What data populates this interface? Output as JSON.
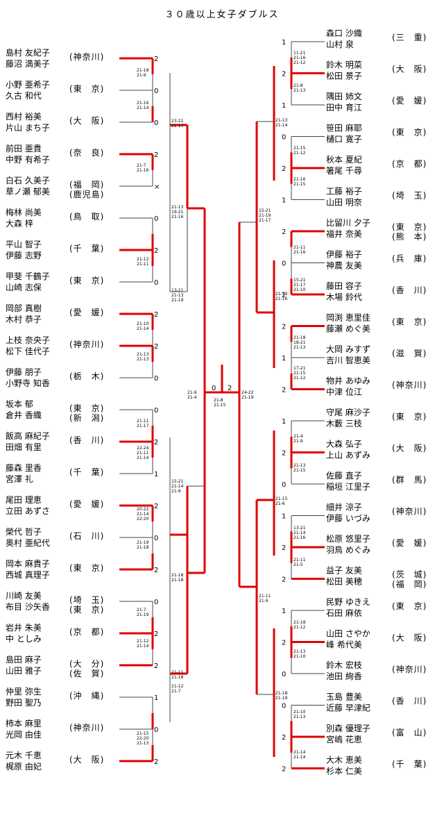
{
  "title": "３０歳以上女子ダブルス",
  "left": {
    "teams": [
      {
        "p1": "島村 友紀子",
        "p2": "藤沼 満美子",
        "pref": "(神奈川)"
      },
      {
        "p1": "小野 亜希子",
        "p2": "久古 和代",
        "pref": "(東　京)"
      },
      {
        "p1": "西村 裕美",
        "p2": "片山 まち子",
        "pref": "(大　阪)"
      },
      {
        "p1": "前田 亜貴",
        "p2": "中野 有希子",
        "pref": "(奈　良)"
      },
      {
        "p1": "白石 久美子",
        "p2": "草ノ瀬 郁美",
        "pref": "(福　岡)\n(鹿児島)"
      },
      {
        "p1": "梅林 尚美",
        "p2": "大森 梓",
        "pref": "(鳥　取)"
      },
      {
        "p1": "平山 智子",
        "p2": "伊藤 志野",
        "pref": "(千　葉)"
      },
      {
        "p1": "甲斐 千鶴子",
        "p2": "山崎 志保",
        "pref": "(東　京)"
      },
      {
        "p1": "岡部 真樹",
        "p2": "木村 恭子",
        "pref": "(愛　媛)"
      },
      {
        "p1": "上枝 奈央子",
        "p2": "松下 佳代子",
        "pref": "(神奈川)"
      },
      {
        "p1": "伊藤 朋子",
        "p2": "小野寺 知香",
        "pref": "(栃　木)"
      },
      {
        "p1": "坂本 郁",
        "p2": "倉井 香織",
        "pref": "(東　京)\n(新　潟)"
      },
      {
        "p1": "飯高 麻紀子",
        "p2": "田畑 有里",
        "pref": "(香　川)"
      },
      {
        "p1": "藤森 里香",
        "p2": "宮澤 礼",
        "pref": "(千　葉)"
      },
      {
        "p1": "尾田 理恵",
        "p2": "立田 あずさ",
        "pref": "(愛　媛)"
      },
      {
        "p1": "榮代 哲子",
        "p2": "奥村 亜紀代",
        "pref": "(石　川)"
      },
      {
        "p1": "岡本 麻貴子",
        "p2": "西城 真理子",
        "pref": "(東　京)"
      },
      {
        "p1": "川崎 友美",
        "p2": "布目 沙矢香",
        "pref": "(埼　玉)\n(東　京)"
      },
      {
        "p1": "岩井 朱美",
        "p2": "中 としみ",
        "pref": "(京　都)"
      },
      {
        "p1": "島田 麻子",
        "p2": "山田 雅子",
        "pref": "(大　分)\n(佐　賀)"
      },
      {
        "p1": "仲里 弥生",
        "p2": "野田 聖乃",
        "pref": "(沖　縄)"
      },
      {
        "p1": "柿本 麻里",
        "p2": "光岡 由佳",
        "pref": "(神奈川)"
      },
      {
        "p1": "元木 千恵",
        "p2": "梶原 由妃",
        "pref": "(大　阪)"
      }
    ],
    "r1_scores": [
      "2",
      "0",
      "0",
      "2",
      "×",
      "0",
      "2",
      "0",
      "2",
      "2",
      "0",
      "0",
      "2",
      "1",
      "2",
      "0",
      "2",
      "0",
      "2",
      "2",
      "1",
      "0",
      "2"
    ],
    "games": [
      "21-18\n21-9",
      "21-16\n21-14",
      "21-7\n21-16",
      "21-12\n21-11",
      "21-10\n21-14",
      "21-13\n21-13",
      "21-11\n21-17",
      "22-24\n21-11\n21-14",
      "20-22\n21-14\n22-20",
      "21-19\n21-18",
      "21-7\n21-19",
      "21-12\n21-14",
      "21-15\n22-20\n21-13",
      "23-21\n21-17",
      "13-21\n21-13\n21-19",
      "15-21\n21-14\n21-9",
      "21-11\n21-18",
      "21-13\n19-21\n21-16",
      "21-18\n21-18",
      "21-12\n21-7",
      "21-9\n21-4"
    ]
  },
  "right": {
    "teams": [
      {
        "p1": "森口 沙織",
        "p2": "山村 泉",
        "pref": "(三　重)"
      },
      {
        "p1": "鈴木 明菜",
        "p2": "松田 景子",
        "pref": "(大　阪)"
      },
      {
        "p1": "隅田 姉文",
        "p2": "田中 育江",
        "pref": "(愛　媛)"
      },
      {
        "p1": "笹田 麻耶",
        "p2": "樋口 寛子",
        "pref": "(東　京)"
      },
      {
        "p1": "秋本 夏紀",
        "p2": "箸尾 千尋",
        "pref": "(京　都)"
      },
      {
        "p1": "工藤 裕子",
        "p2": "山田 明奈",
        "pref": "(埼　玉)"
      },
      {
        "p1": "比留川 夕子",
        "p2": "福井 奈美",
        "pref": "(東　京)\n(熊　本)"
      },
      {
        "p1": "伊藤 裕子",
        "p2": "神農 友美",
        "pref": "(兵　庫)"
      },
      {
        "p1": "藤田 容子",
        "p2": "木場 鈴代",
        "pref": "(香　川)"
      },
      {
        "p1": "岡渕 恵里佳",
        "p2": "藤瀬 めぐ美",
        "pref": "(東　京)"
      },
      {
        "p1": "大岡 みすず",
        "p2": "吉川 智恵美",
        "pref": "(滋　賀)"
      },
      {
        "p1": "物井 あゆみ",
        "p2": "中津 位江",
        "pref": "(神奈川)"
      },
      {
        "p1": "守尾 麻沙子",
        "p2": "木藪 三枝",
        "pref": "(東　京)"
      },
      {
        "p1": "大森 弘子",
        "p2": "上山 あずみ",
        "pref": "(大　阪)"
      },
      {
        "p1": "佐藤 直子",
        "p2": "稲垣 江里子",
        "pref": "(群　馬)"
      },
      {
        "p1": "細井 涼子",
        "p2": "伊藤 いづみ",
        "pref": "(神奈川)"
      },
      {
        "p1": "松原 悠里子",
        "p2": "羽鳥 めぐみ",
        "pref": "(愛　媛)"
      },
      {
        "p1": "益子 友美",
        "p2": "松田 美穂",
        "pref": "(茨　城)\n(福　岡)"
      },
      {
        "p1": "民野 ゆきえ",
        "p2": "石田 麻依",
        "pref": "(東　京)"
      },
      {
        "p1": "山田 さやか",
        "p2": "峰 希代美",
        "pref": "(大　阪)"
      },
      {
        "p1": "鈴木 宏枝",
        "p2": "池田 絢香",
        "pref": "(神奈川)"
      },
      {
        "p1": "玉島 豊美",
        "p2": "近藤 早津紀",
        "pref": "(香　川)"
      },
      {
        "p1": "別森 優理子",
        "p2": "宮嶋 花恵",
        "pref": "(富　山)"
      },
      {
        "p1": "大木 恵美",
        "p2": "杉本 仁美",
        "pref": "(千　葉)"
      }
    ],
    "r1_scores": [
      "1",
      "2",
      "1",
      "0",
      "2",
      "1",
      "2",
      "0",
      "2",
      "2",
      "1",
      "2",
      "1",
      "2",
      "0",
      "1",
      "2",
      "2",
      "1",
      "2",
      "0",
      "0",
      "2",
      "2"
    ],
    "games": [
      "11-21\n21-16\n21-12",
      "21-8\n21-13",
      "21-15\n21-12",
      "21-16\n21-15",
      "21-11\n21-16",
      "15-21\n21-17\n21-10",
      "21-18\n18-21\n21-13",
      "17-21\n21-15\n21-12",
      "21-13\n21-14",
      "21-13\n21-16",
      "15-21\n21-19\n21-17",
      "21-4\n21-9",
      "21-13\n21-15",
      "13-21\n21-14\n21-16",
      "21-11\n21-5",
      "21-18\n21-12",
      "21-13\n21-10",
      "21-10\n21-13",
      "21-14\n21-14",
      "21-15\n21-6",
      "21-18\n21-19",
      "21-11\n21-9",
      "24-22\n21-19"
    ]
  },
  "final": {
    "left_score": "0",
    "right_score": "2",
    "games": "21-8\n21-15"
  }
}
